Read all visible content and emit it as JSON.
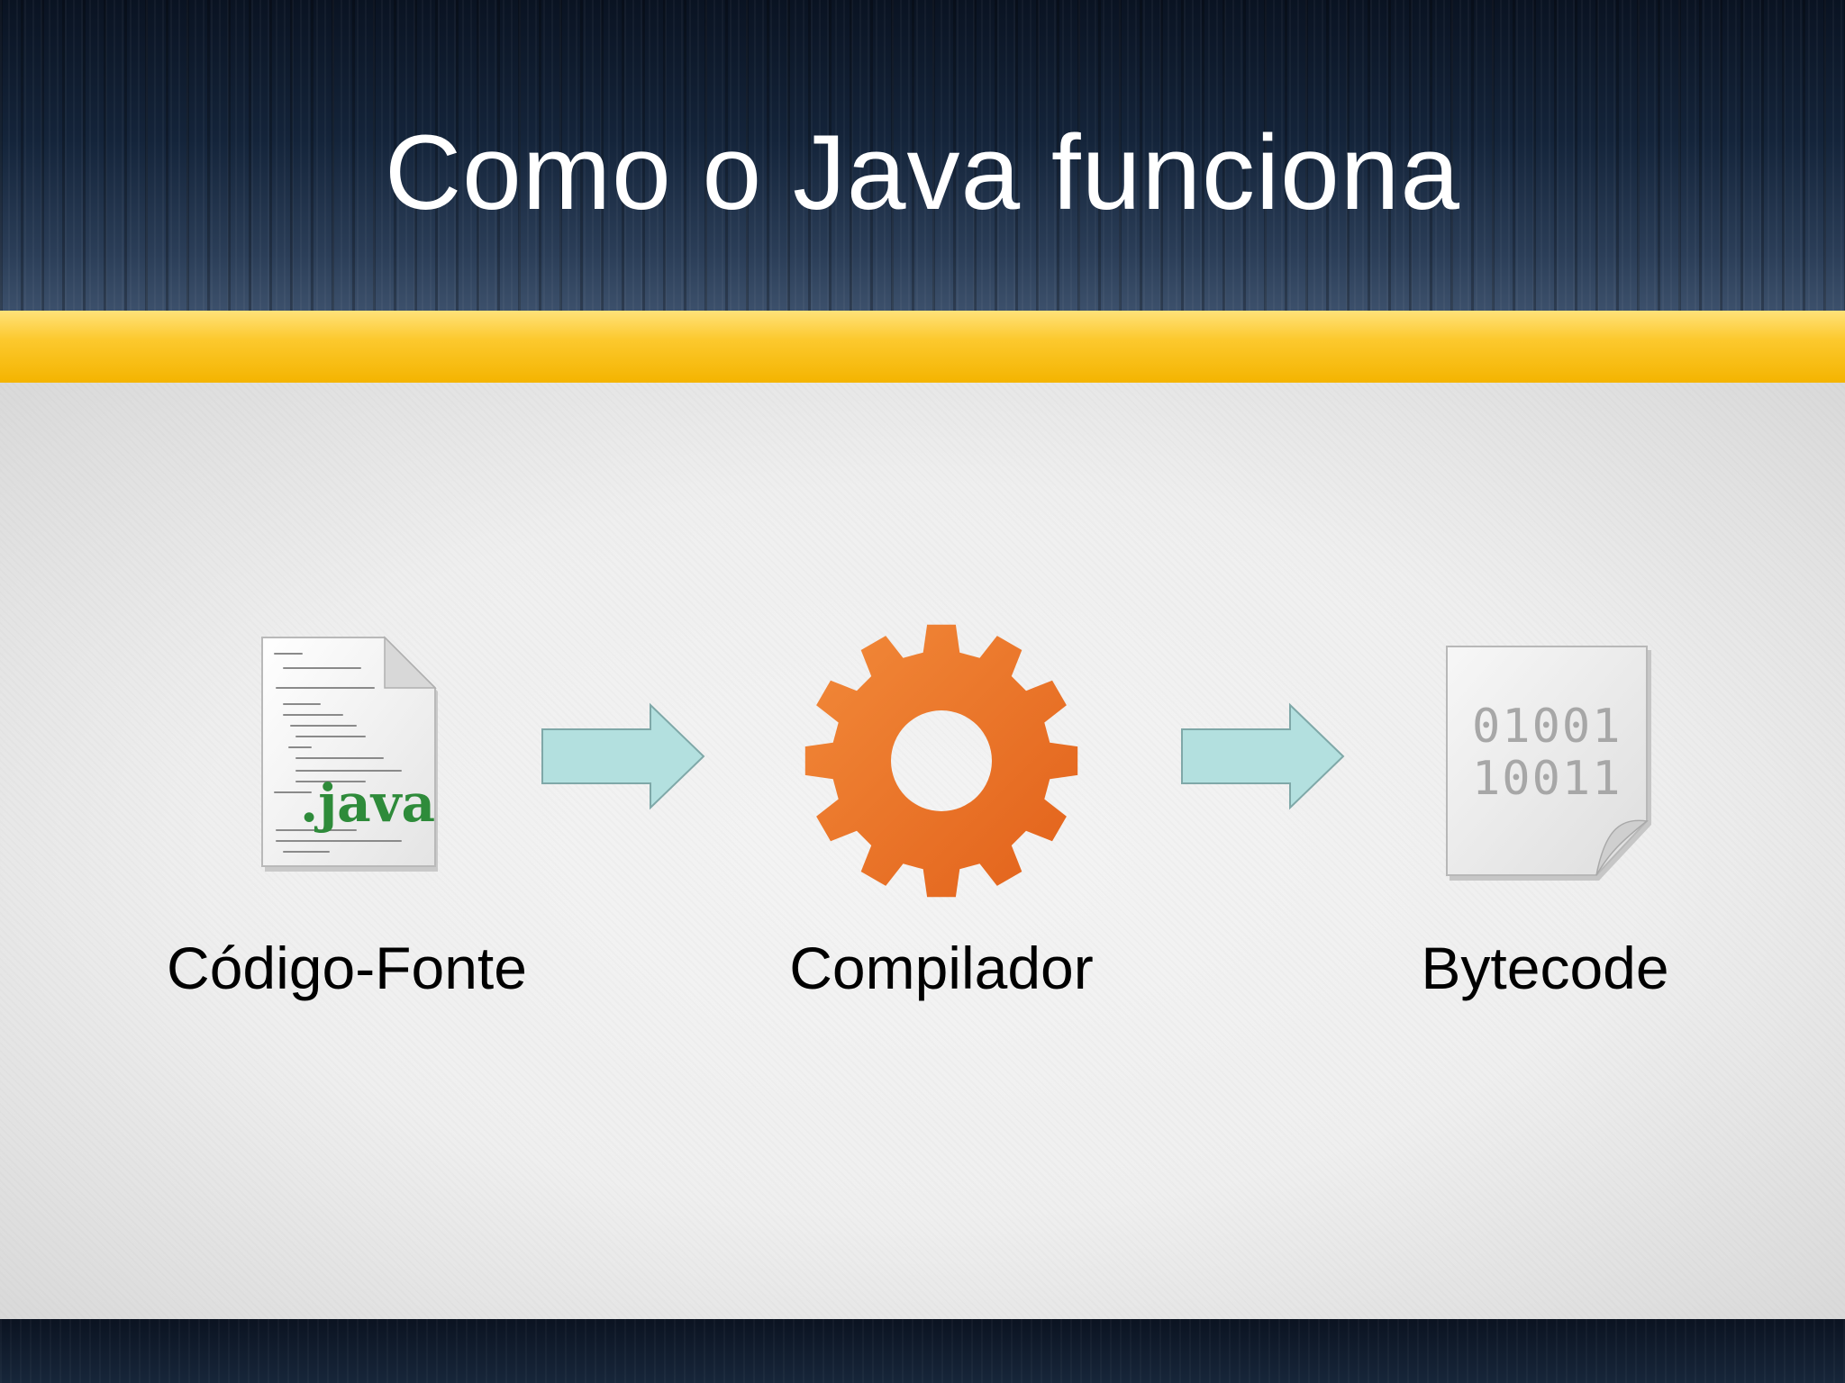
{
  "title": "Como o Java funciona",
  "steps": [
    {
      "label": "Código-Fonte",
      "icon": "java-source-file-icon",
      "badge": ".java"
    },
    {
      "label": "Compilador",
      "icon": "gear-icon"
    },
    {
      "label": "Bytecode",
      "icon": "binary-file-icon",
      "lines": [
        "01001",
        "10011"
      ]
    }
  ],
  "colors": {
    "gold_bar": "#f9c21a",
    "gear": "#ec6d1e",
    "arrow_fill": "#b3e0df",
    "arrow_stroke": "#7fa8a8",
    "java_text": "#2e8b3a"
  }
}
